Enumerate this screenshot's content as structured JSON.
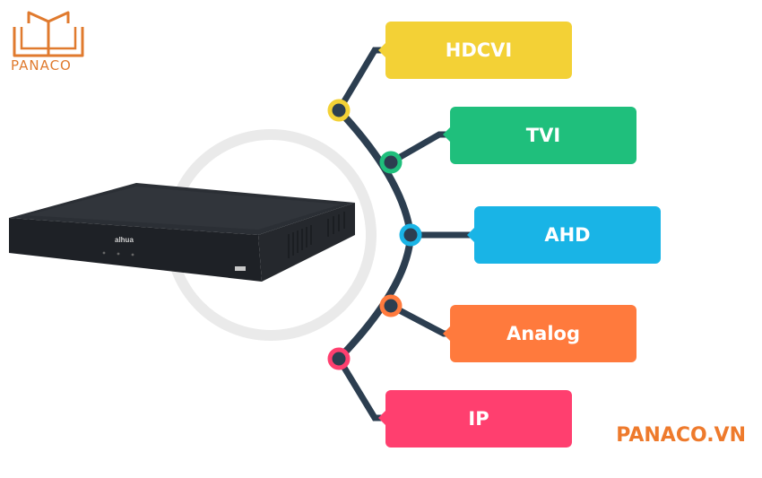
{
  "brand": {
    "logo_text": "PANACO",
    "logo_color": "#e07a2e",
    "footer_text": "PANACO.VN",
    "footer_color": "#ee7a2c"
  },
  "device": {
    "name": "dvr-recorder",
    "maker_mark": "alhua"
  },
  "branches": [
    {
      "label": "HDCVI",
      "color": "#f3d136"
    },
    {
      "label": "TVI",
      "color": "#1fbf7c"
    },
    {
      "label": "AHD",
      "color": "#19b4e6"
    },
    {
      "label": "Analog",
      "color": "#ff7a3d"
    },
    {
      "label": "IP",
      "color": "#ff3f6f"
    }
  ],
  "connector_color": "#2c3e50"
}
